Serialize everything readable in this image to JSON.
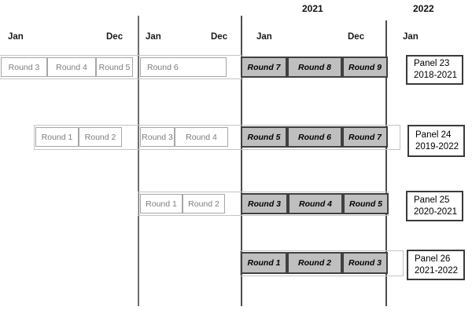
{
  "figure": {
    "title_years": {
      "y2021": "2021",
      "y2022": "2022"
    },
    "month_labels": [
      "Jan",
      "Dec",
      "Jan",
      "Dec",
      "Jan",
      "Dec",
      "Jan"
    ],
    "panels": [
      {
        "name": "Panel 23",
        "years_range": "2018-2021",
        "rounds_prior": [
          "Round 3",
          "Round 4",
          "Round 5",
          "Round 6"
        ],
        "rounds_highlighted": [
          "Round 7",
          "Round 8",
          "Round 9"
        ]
      },
      {
        "name": "Panel 24",
        "years_range": "2019-2022",
        "rounds_prior": [
          "Round 1",
          "Round 2",
          "Round 3",
          "Round 4"
        ],
        "rounds_highlighted": [
          "Round 5",
          "Round 6",
          "Round 7"
        ]
      },
      {
        "name": "Panel 25",
        "years_range": "2020-2021",
        "rounds_prior": [
          "Round 1",
          "Round 2"
        ],
        "rounds_highlighted": [
          "Round 3",
          "Round 4",
          "Round 5"
        ]
      },
      {
        "name": "Panel 26",
        "years_range": "2021-2022",
        "rounds_prior": [],
        "rounds_highlighted": [
          "Round 1",
          "Round 2",
          "Round 3"
        ]
      }
    ],
    "colors": {
      "highlight_fill": "#bfbfbf",
      "highlight_border": "#404040",
      "regular_border": "#a6a6a6",
      "regular_text": "#7d7d7d",
      "panel_border": "#3a3a3a",
      "divider_line": "#4d4d4d"
    }
  }
}
